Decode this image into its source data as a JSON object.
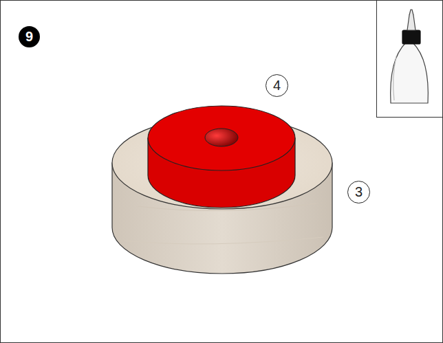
{
  "diagram": {
    "labels": [
      "9",
      "4",
      "3"
    ]
  }
}
